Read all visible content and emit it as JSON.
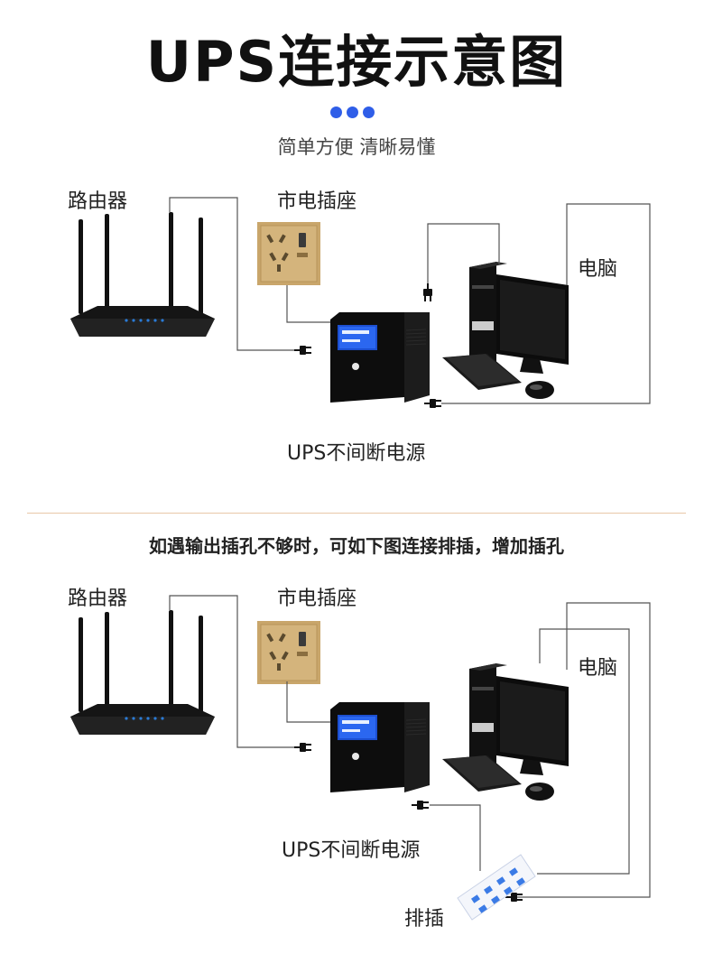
{
  "header": {
    "title": "UPS连接示意图",
    "subtitle": "简单方便  清晰易懂"
  },
  "diagram1": {
    "router_label": "路由器",
    "outlet_label": "市电插座",
    "computer_label": "电脑",
    "ups_label": "UPS不间断电源"
  },
  "note": "如遇输出插孔不够时，可如下图连接排插，增加插孔",
  "diagram2": {
    "router_label": "路由器",
    "outlet_label": "市电插座",
    "computer_label": "电脑",
    "ups_label": "UPS不间断电源",
    "strip_label": "排插"
  },
  "colors": {
    "accent_dots": "#2f5ee8",
    "divider": "#e8c7a8",
    "outlet_panel": "#c9a66b"
  }
}
